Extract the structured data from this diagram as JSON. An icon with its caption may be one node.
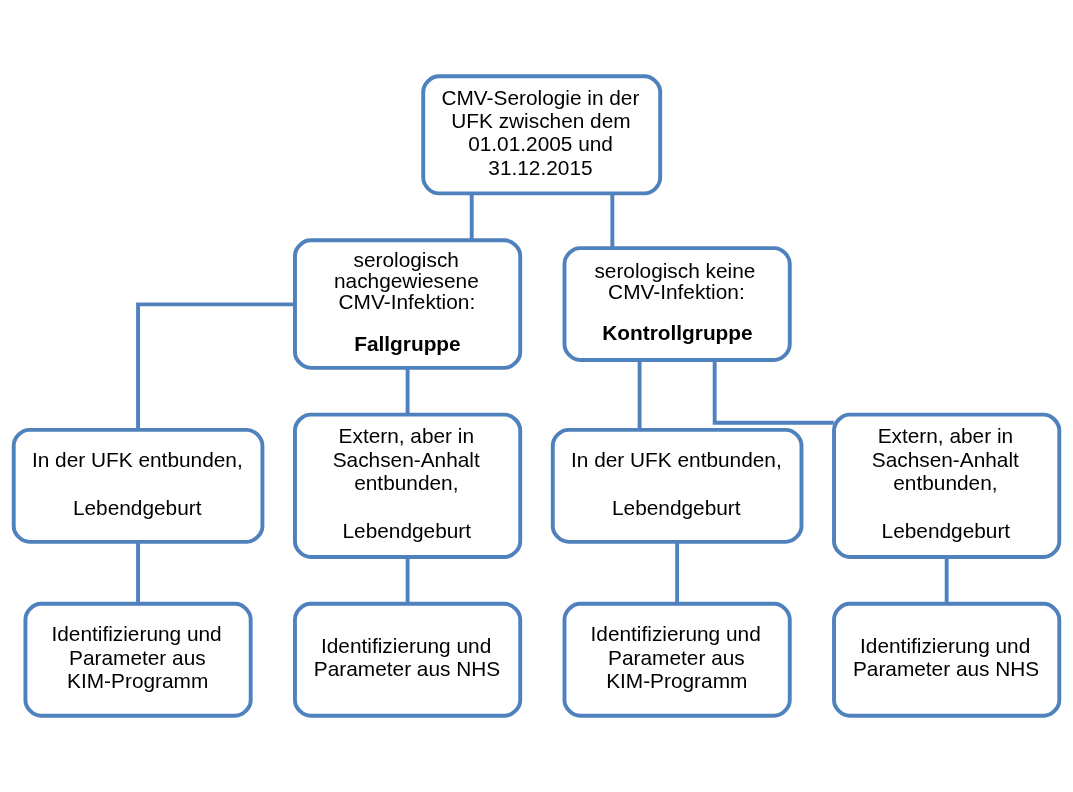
{
  "diagram": {
    "nodes": [
      {
        "text": [
          "CMV-Serologie in der UFK zwischen dem 01.01.2005 und 31.12.2015"
        ]
      },
      {
        "text": [
          "serologisch nachgewiesene CMV-Infektion:",
          "Fallgruppe"
        ]
      },
      {
        "text": [
          "serologisch keine CMV-Infektion:",
          "Kontrollgruppe"
        ]
      },
      {
        "text": [
          "In der UFK entbunden,",
          "Lebendgeburt"
        ]
      },
      {
        "text": [
          "Extern, aber in Sachsen-Anhalt entbunden,",
          "Lebendgeburt"
        ]
      },
      {
        "text": [
          "In der UFK entbunden,",
          "Lebendgeburt"
        ]
      },
      {
        "text": [
          "Extern, aber in Sachsen-Anhalt entbunden,",
          "Lebendgeburt"
        ]
      },
      {
        "text": [
          "Identifizierung und Parameter aus KIM-Programm"
        ]
      },
      {
        "text": [
          "Identifizierung und Parameter aus NHS"
        ]
      },
      {
        "text": [
          "Identifizierung und Parameter aus KIM-Programm"
        ]
      },
      {
        "text": [
          "Identifizierung und Parameter aus NHS"
        ]
      }
    ],
    "edges": [
      {
        "from": 0,
        "to": 1,
        "arrow": "none"
      },
      {
        "from": 0,
        "to": 2,
        "arrow": "none"
      },
      {
        "from": 1,
        "to": 3,
        "arrow": "none"
      },
      {
        "from": 1,
        "to": 4,
        "arrow": "none"
      },
      {
        "from": 2,
        "to": 5,
        "arrow": "none"
      },
      {
        "from": 2,
        "to": 6,
        "arrow": "none"
      },
      {
        "from": 3,
        "to": 7,
        "arrow": "none"
      },
      {
        "from": 4,
        "to": 8,
        "arrow": "none"
      },
      {
        "from": 5,
        "to": 9,
        "arrow": "none"
      },
      {
        "from": 6,
        "to": 10,
        "arrow": "none"
      }
    ]
  }
}
